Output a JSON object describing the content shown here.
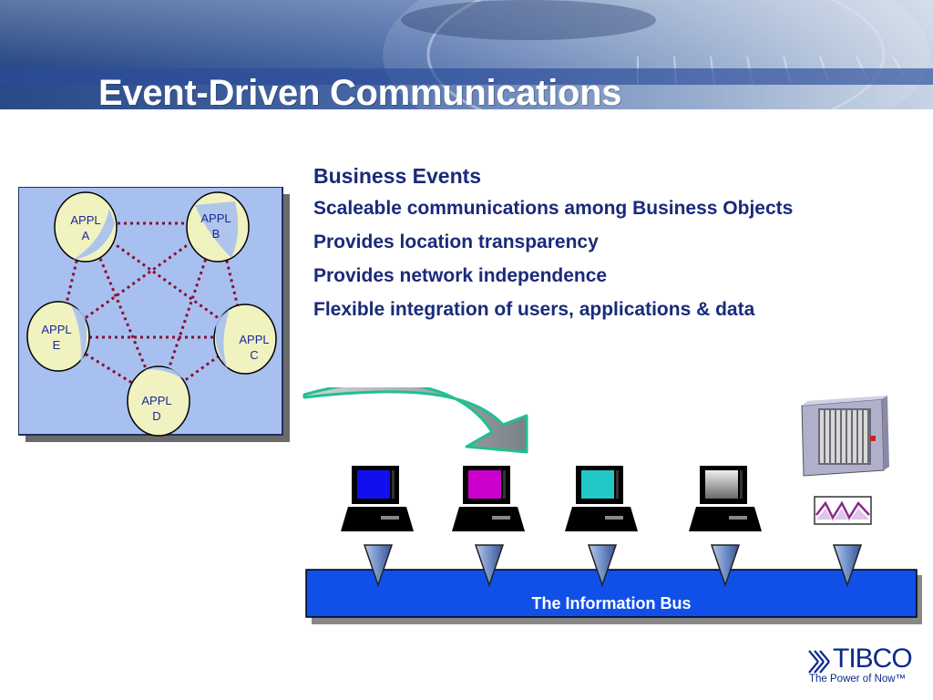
{
  "title": "Event-Driven Communications",
  "bullets": {
    "heading": "Business Events",
    "items": [
      "Scaleable communications among Business Objects",
      "Provides location transparency",
      "Provides network independence",
      "Flexible integration of users, applications & data"
    ]
  },
  "mesh": {
    "nodes": [
      {
        "line1": "APPL",
        "line2": "A"
      },
      {
        "line1": "APPL",
        "line2": "B"
      },
      {
        "line1": "APPL",
        "line2": "C"
      },
      {
        "line1": "APPL",
        "line2": "D"
      },
      {
        "line1": "APPL",
        "line2": "E"
      }
    ]
  },
  "bus": {
    "label": "The Information Bus",
    "screen_colors": [
      "#1010ee",
      "#cc00cc",
      "#22c8c8",
      "#a8a8a8"
    ]
  },
  "logo": {
    "word": "TIBCO",
    "tagline": "The Power of Now™"
  },
  "colors": {
    "banner": "#3a5a9a",
    "accent_text": "#1a2a7a",
    "panel": "#a8c0f0",
    "node_fill": "#f0f2c0",
    "links": "#8a1030",
    "bus": "#1050e8",
    "arrow": "#20c090"
  }
}
